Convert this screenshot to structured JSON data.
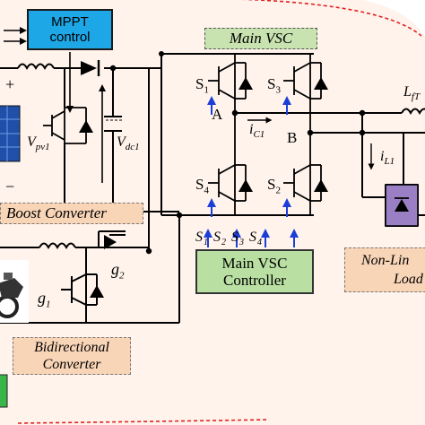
{
  "mppt": {
    "line1": "MPPT",
    "line2": "control"
  },
  "main_vsc": "Main VSC",
  "boost_converter": "Boost Converter",
  "controller": {
    "line1": "Main VSC",
    "line2": "Controller"
  },
  "bidirectional": {
    "line1": "Bidirectional",
    "line2": "Converter"
  },
  "nonlinear_load": {
    "line1": "Non-Lin",
    "line2": "Load"
  },
  "switches": {
    "s1": "S",
    "s1_sub": "1",
    "s3": "S",
    "s3_sub": "3",
    "s4": "S",
    "s4_sub": "4",
    "s2": "S",
    "s2_sub": "2"
  },
  "nodes": {
    "a": "A",
    "b": "B"
  },
  "currents": {
    "ic1": "i",
    "ic1_sub": "C1",
    "il1": "i",
    "il1_sub": "L1",
    "lf": "L",
    "lf_sub": "fT"
  },
  "voltages": {
    "vpv": "V",
    "vpv_sub": "pv1",
    "vdc": "V",
    "vdc_sub": "dc1"
  },
  "gates": {
    "g1": "g",
    "g1_sub": "1",
    "g2": "g",
    "g2_sub": "2"
  },
  "gate_signals": [
    "S",
    "1",
    "S",
    "2",
    "S",
    "3",
    "S",
    "4"
  ],
  "polarity": {
    "plus": "+",
    "minus": "−"
  },
  "colors": {
    "mppt_fill": "#1ea7e6",
    "vsc_label_fill": "#c8e3b0",
    "controller_fill": "#b9dfa2",
    "orange_label_fill": "#f9d5b8",
    "background_panel": "#fff3ec",
    "panel_border": "#e02020",
    "pv_panel": "#1f4fa8",
    "rectifier": "#9a7fc4",
    "battery": "#3ab54a",
    "arrow_blue": "#1b3fd6"
  }
}
